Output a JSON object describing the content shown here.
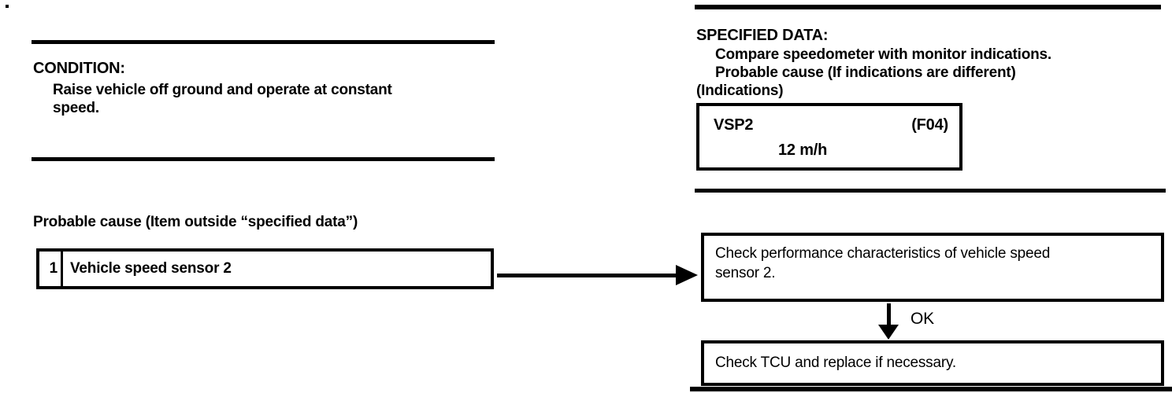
{
  "page": {
    "background": "#ffffff",
    "ink": "#000000"
  },
  "left": {
    "condition": {
      "heading": "CONDITION:",
      "body_line1": "Raise vehicle off ground and operate at constant",
      "body_line2": "speed."
    },
    "probable_cause": {
      "heading": "Probable cause (Item outside “specified data”)",
      "items": [
        {
          "number": "1",
          "label": "Vehicle speed sensor 2"
        }
      ]
    }
  },
  "right": {
    "specified_data": {
      "heading": "SPECIFIED DATA:",
      "line1": "Compare speedometer with monitor indications.",
      "line2": "Probable cause (If indications are different)",
      "indications_label": "(Indications)",
      "monitor_box": {
        "signal": "VSP2",
        "code": "(F04)",
        "value": "12 m/h"
      }
    },
    "flow": {
      "step1_line1": "Check performance characteristics of vehicle speed",
      "step1_line2": "sensor 2.",
      "ok_label": "OK",
      "step2": "Check TCU and replace if necessary."
    }
  }
}
